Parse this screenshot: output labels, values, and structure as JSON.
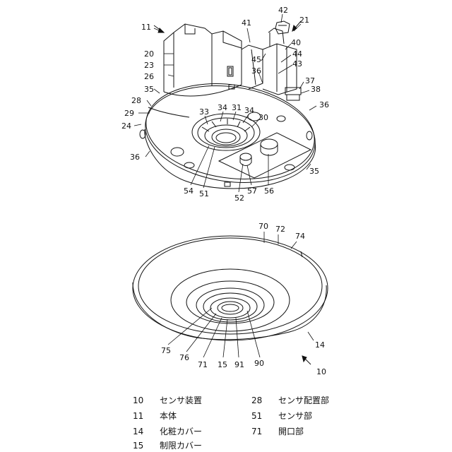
{
  "upper_figure": {
    "refs": [
      "11",
      "20",
      "23",
      "26",
      "35",
      "28",
      "29",
      "24",
      "36",
      "41",
      "42",
      "21",
      "40",
      "45",
      "44",
      "43",
      "36",
      "37",
      "38",
      "36",
      "33",
      "34",
      "31",
      "34",
      "30",
      "54",
      "51",
      "52",
      "57",
      "56",
      "35"
    ]
  },
  "lower_figure": {
    "refs": [
      "70",
      "72",
      "74",
      "75",
      "76",
      "71",
      "15",
      "91",
      "90",
      "14",
      "10"
    ]
  },
  "legend": [
    {
      "num": "10",
      "label": "センサ装置"
    },
    {
      "num": "11",
      "label": "本体"
    },
    {
      "num": "14",
      "label": "化粧カバー"
    },
    {
      "num": "15",
      "label": "制限カバー"
    },
    {
      "num": "28",
      "label": "センサ配置部"
    },
    {
      "num": "51",
      "label": "センサ部"
    },
    {
      "num": "71",
      "label": "開口部"
    }
  ]
}
